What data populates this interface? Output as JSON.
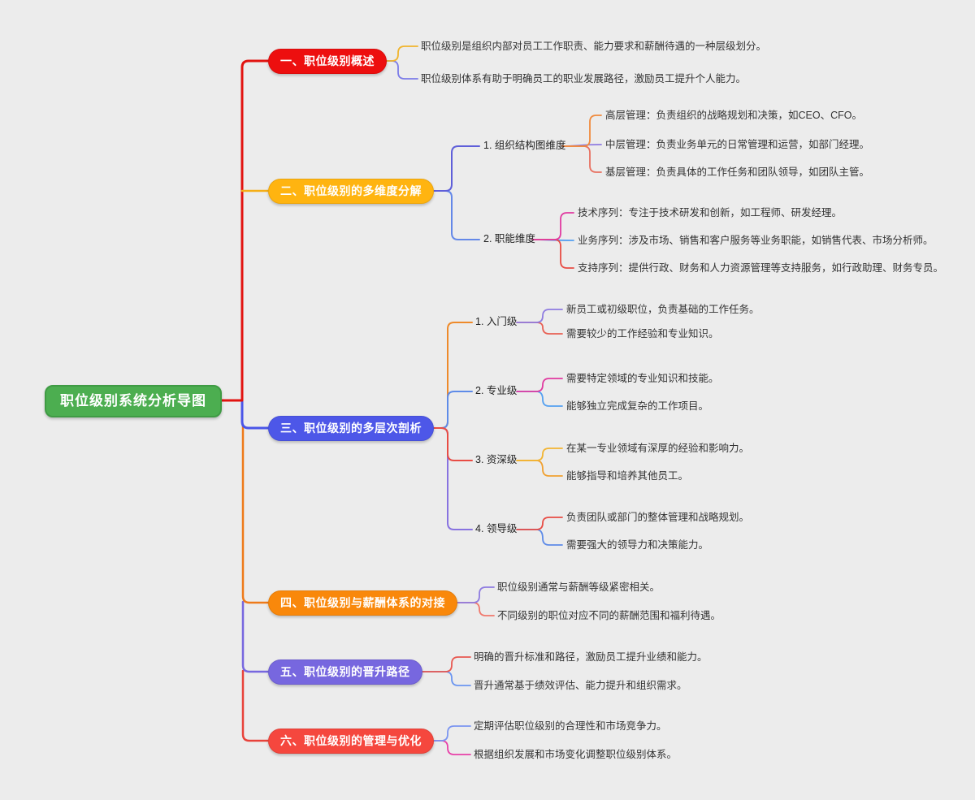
{
  "root": {
    "label": "职位级别系统分析导图",
    "color": "#4cae50"
  },
  "branches": [
    {
      "label": "一、职位级别概述",
      "color": "#ed0f0f",
      "leaves": [
        "职位级别是组织内部对员工工作职责、能力要求和薪酬待遇的一种层级划分。",
        "职位级别体系有助于明确员工的职业发展路径，激励员工提升个人能力。"
      ]
    },
    {
      "label": "二、职位级别的多维度分解",
      "color": "#ffb410",
      "children": [
        {
          "label": "1. 组织结构图维度",
          "leaves": [
            "高层管理：负责组织的战略规划和决策，如CEO、CFO。",
            "中层管理：负责业务单元的日常管理和运营，如部门经理。",
            "基层管理：负责具体的工作任务和团队领导，如团队主管。"
          ]
        },
        {
          "label": "2. 职能维度",
          "leaves": [
            "技术序列：专注于技术研发和创新，如工程师、研发经理。",
            "业务序列：涉及市场、销售和客户服务等业务职能，如销售代表、市场分析师。",
            "支持序列：提供行政、财务和人力资源管理等支持服务，如行政助理、财务专员。"
          ]
        }
      ]
    },
    {
      "label": "三、职位级别的多层次剖析",
      "color": "#4d57e8",
      "children": [
        {
          "label": "1. 入门级",
          "leaves": [
            "新员工或初级职位，负责基础的工作任务。",
            "需要较少的工作经验和专业知识。"
          ]
        },
        {
          "label": "2. 专业级",
          "leaves": [
            "需要特定领域的专业知识和技能。",
            "能够独立完成复杂的工作项目。"
          ]
        },
        {
          "label": "3. 资深级",
          "leaves": [
            "在某一专业领域有深厚的经验和影响力。",
            "能够指导和培养其他员工。"
          ]
        },
        {
          "label": "4. 领导级",
          "leaves": [
            "负责团队或部门的整体管理和战略规划。",
            "需要强大的领导力和决策能力。"
          ]
        }
      ]
    },
    {
      "label": "四、职位级别与薪酬体系的对接",
      "color": "#f9880b",
      "leaves": [
        "职位级别通常与薪酬等级紧密相关。",
        "不同级别的职位对应不同的薪酬范围和福利待遇。"
      ]
    },
    {
      "label": "五、职位级别的晋升路径",
      "color": "#7767df",
      "leaves": [
        "明确的晋升标准和路径，激励员工提升业绩和能力。",
        "晋升通常基于绩效评估、能力提升和组织需求。"
      ]
    },
    {
      "label": "六、职位级别的管理与优化",
      "color": "#f5473e",
      "leaves": [
        "定期评估职位级别的合理性和市场竞争力。",
        "根据组织发展和市场变化调整职位级别体系。"
      ]
    }
  ],
  "canvas": {
    "background": "#ececec"
  }
}
